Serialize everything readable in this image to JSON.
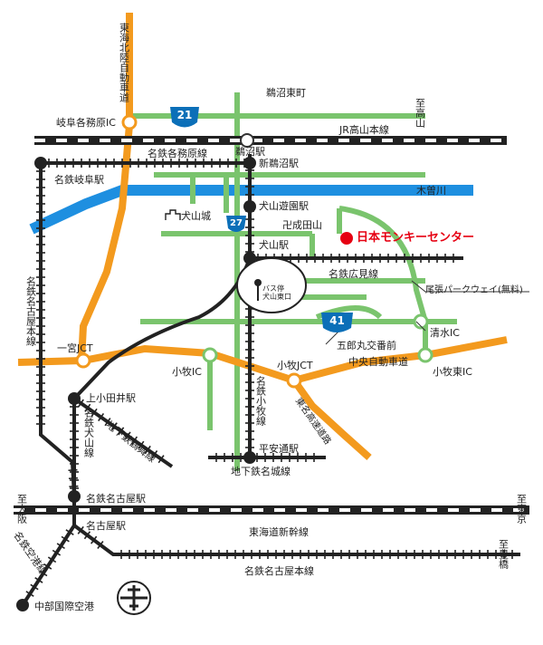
{
  "expressways": [
    {
      "name": "東海北陸自動車道"
    },
    {
      "name": "中央自動車道"
    },
    {
      "name": "尾張パークウェイ(無料)"
    },
    {
      "name": "東名高速道路"
    }
  ],
  "route_numbers": [
    "21",
    "27",
    "41"
  ],
  "railways": [
    {
      "name": "JR高山本線"
    },
    {
      "name": "名鉄各務原線"
    },
    {
      "name": "名鉄名古屋本線"
    },
    {
      "name": "名鉄小牧線"
    },
    {
      "name": "名鉄犬山線"
    },
    {
      "name": "名鉄広見線"
    },
    {
      "name": "地下鉄鶴舞線"
    },
    {
      "name": "地下鉄名城線"
    },
    {
      "name": "東海道新幹線"
    },
    {
      "name": "名鉄空港線"
    }
  ],
  "stations": [
    "鵜沼駅",
    "新鵜沼駅",
    "名鉄岐阜駅",
    "犬山遊園駅",
    "犬山駅",
    "上小田井駅",
    "平安通駅",
    "名鉄名古屋駅",
    "名古屋駅",
    "中部国際空港"
  ],
  "interchanges": [
    "岐阜各務原IC",
    "一宮JCT",
    "小牧IC",
    "小牧JCT",
    "小牧東IC",
    "清水IC"
  ],
  "places": [
    "鵜沼東町",
    "犬山城",
    "卍成田山",
    "五郎丸交番前",
    "バス停\n犬山東口"
  ],
  "river": "木曽川",
  "destinations": [
    "至高山",
    "至大阪",
    "至東京",
    "至豊橋"
  ],
  "highlight": {
    "name": "日本モンキーセンター",
    "color": "#e60012"
  },
  "colors": {
    "expressway": "#f39a1e",
    "road": "#7ac46d",
    "railway": "#222222",
    "river": "#1e8fe0",
    "route_shield": "#0b6fb8",
    "highlight": "#e60012"
  }
}
